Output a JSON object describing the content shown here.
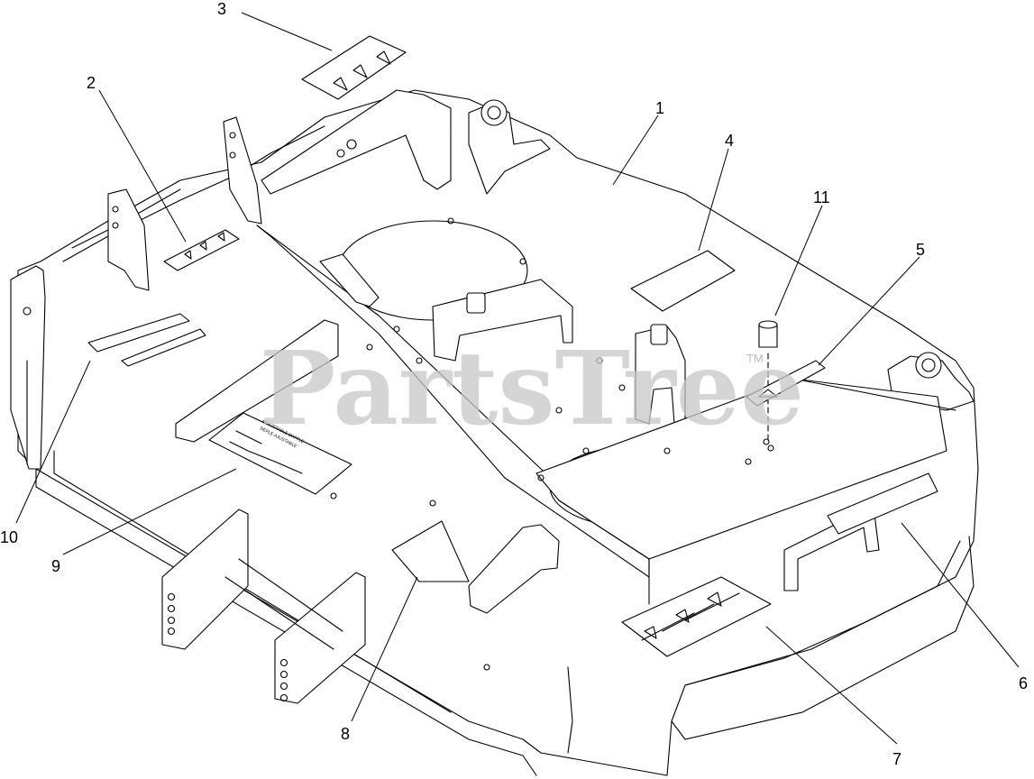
{
  "watermark": {
    "text": "PartsTree",
    "trademark": "TM"
  },
  "callouts": [
    "1",
    "2",
    "3",
    "4",
    "5",
    "6",
    "7",
    "8",
    "9",
    "10",
    "11"
  ],
  "decal_9": {
    "heading_line1": "ADJUSTABLE BAFFLE",
    "heading_line2": "DEFLE AJUSTABLE"
  }
}
